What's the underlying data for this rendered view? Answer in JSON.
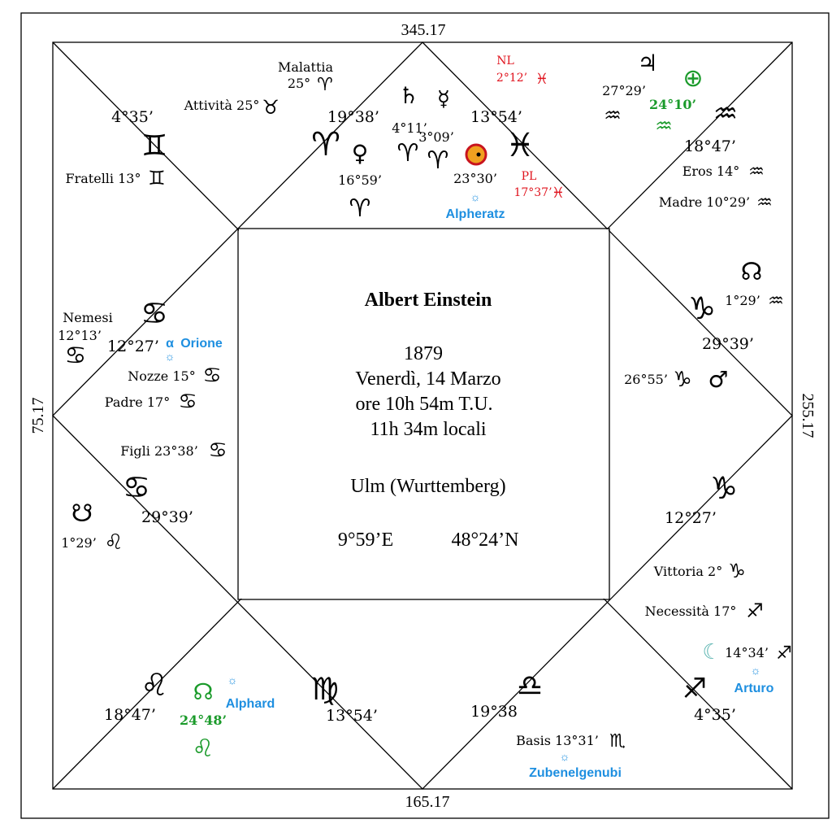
{
  "center": {
    "name": "Albert Einstein",
    "year": "1879",
    "date": "Venerdì, 14 Marzo",
    "time_ut": "ore 10h 54m T.U.",
    "time_local": "11h 34m locali",
    "place": "Ulm (Wurttemberg)",
    "longitude": "9°59’E",
    "latitude": "48°24’N"
  },
  "edges": {
    "top": "345.17",
    "bottom": "165.17",
    "left": "75.17",
    "right": "255.17"
  },
  "colors": {
    "blue": "#1e8fe0",
    "red": "#e0141e",
    "green": "#1a9a2a",
    "sun": "#f0a020"
  },
  "cusps": {
    "h12_gemini": "4°35’",
    "h1_aries": "19°38’",
    "h11_pisces": "13°54’",
    "h10_aquarius": "18°47’",
    "h9_capricorn": "29°39’",
    "h8_capricorn": "12°27’",
    "h7_sagittarius": "4°35’",
    "h6_libra": "19°38",
    "h5_virgo": "13°54’",
    "h4_leo": "18°47’",
    "h3_cancer": "29°39’",
    "h2_cancer": "12°27’"
  },
  "points": {
    "malattia_label": "Malattia",
    "malattia_deg": "25°",
    "attivita": "Attività 25°",
    "fratelli": "Fratelli 13°",
    "saturn": "4°11’",
    "mercury": "3°09’",
    "venus": "16°59’",
    "sun": "23°30’",
    "alpheratz": "Alpheratz",
    "new_moon_label": "NL",
    "new_moon_deg": "2°12’",
    "full_moon_label": "PL",
    "full_moon_deg": "17°37’",
    "jupiter": "27°29’",
    "part_fortune": "24°10’",
    "eros": "Eros 14°",
    "madre": "Madre 10°29’",
    "north_node": "1°29’",
    "mars": "26°55’",
    "nemesi_label": "Nemesi",
    "nemesi_deg": "12°13’",
    "orione": "Orione",
    "alpha": "α",
    "nozze": "Nozze 15°",
    "padre": "Padre 17°",
    "figli": "Figli 23°38’",
    "south_node": "1°29’",
    "vittoria": "Vittoria 2°",
    "necessita": "Necessità 17°",
    "moon": "14°34’",
    "arturo": "Arturo",
    "basis": "Basis 13°31’",
    "zubenelgenubi": "Zubenelgenubi",
    "lilith": "24°48’",
    "alphard": "Alphard"
  },
  "glyphs": {
    "aries": "♈",
    "taurus": "♉",
    "gemini": "♊",
    "cancer": "♋",
    "leo": "♌",
    "virgo": "♍",
    "libra": "♎",
    "scorpio": "♏",
    "sagittarius": "♐",
    "capricorn": "♑",
    "aquarius": "♒",
    "pisces": "♓",
    "saturn": "♄",
    "mercury": "☿",
    "venus": "♀",
    "mars": "♂",
    "jupiter": "♃",
    "moon": "☾",
    "north_node": "☊",
    "south_node": "☋",
    "earth": "⊕",
    "star": "☼"
  },
  "icons": [
    "star-icon",
    "sun-icon",
    "moon-icon",
    "planet-glyph-icons",
    "zodiac-sign-icons"
  ]
}
